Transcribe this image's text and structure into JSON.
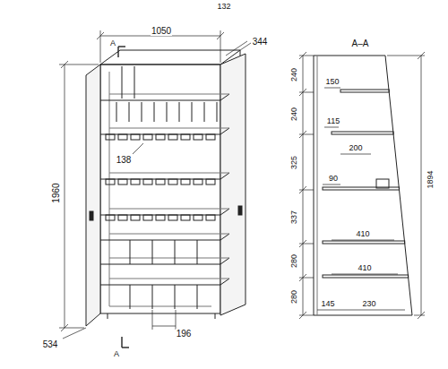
{
  "diagram": {
    "labels": [
      "132",
      "1050",
      "344",
      "A",
      "1960",
      "138",
      "534",
      "196",
      "A",
      "A–A",
      "240",
      "240",
      "325",
      "337",
      "280",
      "280",
      "150",
      "115",
      "200",
      "90",
      "410",
      "410",
      "145",
      "230",
      "1894"
    ]
  }
}
